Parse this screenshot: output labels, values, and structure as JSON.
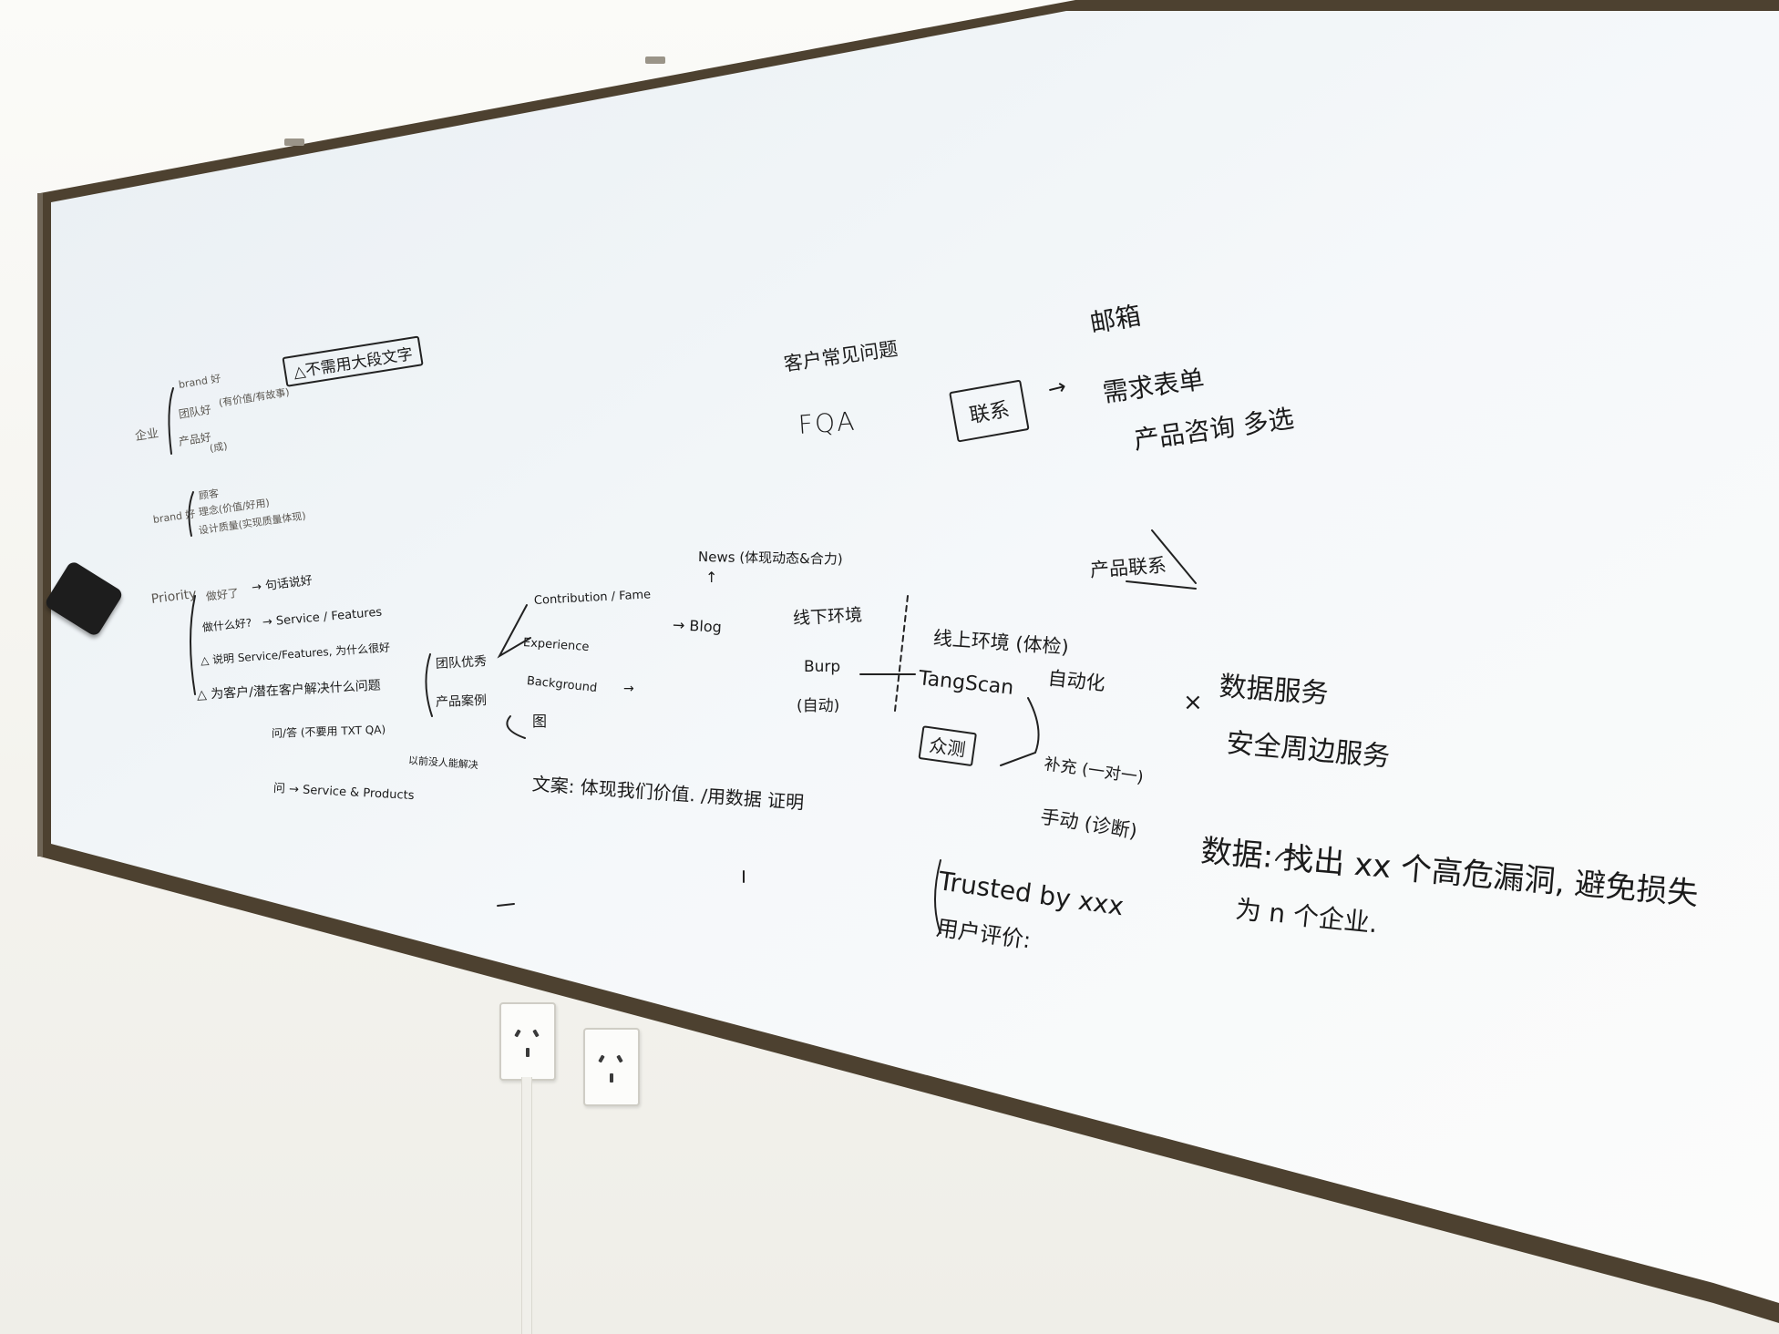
{
  "whiteboard": {
    "left_notes": {
      "bracket_root": "企业",
      "brand_line": "brand 好",
      "team_line": "团队好",
      "team_note": "(有价值/有故事)",
      "product_line": "产品好",
      "product_note": "(成)",
      "boxed_note": "△不需用大段文字",
      "brand2_root": "brand 好",
      "brand2_a": "顾客",
      "brand2_b": "理念(价值/好用)",
      "brand2_c": "设计质量(实现质量体现)",
      "priority_root": "Priority",
      "priority_a": "做好了",
      "priority_a_arrow": "→ 句话说好",
      "priority_b": "做什么好?",
      "priority_b_arrow": "→ Service / Features",
      "priority_c": "△ 说明 Service/Features, 为什么很好",
      "priority_d": "△ 为客户/潜在客户解决什么问题",
      "question_line": "问/答 (不要用 TXT QA)",
      "question_note": "以前没人能解决",
      "service_line": "问 → Service & Products"
    },
    "middle_notes": {
      "team_advantage": "团队优秀",
      "product_case": "产品案例",
      "contribution": "Contribution / Fame",
      "blog": "→ Blog",
      "experience": "Experience",
      "background": "Background",
      "arrow_right": "→",
      "picture": "图",
      "copy_line": "文案: 体现我们价值. /用数据 证明",
      "news": "News (体现动态&合力)",
      "news_arrow": "↑"
    },
    "right_notes": {
      "faq_cn": "客户常见问题",
      "faq_en": "FQA",
      "contact_box": "联系",
      "contact_arrow": "→",
      "email": "邮箱",
      "form": "需求表单",
      "product_inquiry": "产品咨询 多选",
      "product_contact": "产品联系",
      "env_online": "线上环境 (体检)",
      "env_offline": "线下环境",
      "burp": "Burp",
      "burp_note": "(自动)",
      "tangscan": "TangScan",
      "automation": "自动化",
      "public_box": "众测",
      "supplement": "补充 (一对一)",
      "manual": "手动 (诊断)",
      "data_service": "数据服务",
      "security_service": "安全周边服务",
      "cross": "×",
      "data_line": "数据: 找出 xx 个高危漏洞, 避免损失",
      "company_line": "为 n 个企业.",
      "trusted": "Trusted by xxx",
      "user_review": "用户评价:"
    }
  }
}
